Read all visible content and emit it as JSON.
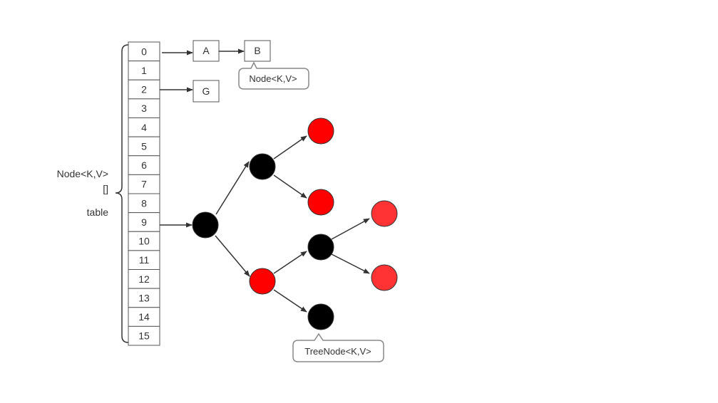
{
  "table": {
    "label_lines": [
      "Node<K,V>",
      "[]",
      "table"
    ],
    "indices": [
      "0",
      "1",
      "2",
      "3",
      "4",
      "5",
      "6",
      "7",
      "8",
      "9",
      "10",
      "11",
      "12",
      "13",
      "14",
      "15"
    ]
  },
  "nodes": {
    "a": "A",
    "b": "B",
    "g": "G"
  },
  "callouts": {
    "node": "Node<K,V>",
    "tree_node": "TreeNode<K,V>"
  },
  "colors": {
    "black_node": "#000000",
    "red_node": "#ff0000",
    "light_red_node": "#ff3333",
    "stroke": "#333333",
    "box_border": "#555555",
    "callout_border": "#888888"
  }
}
